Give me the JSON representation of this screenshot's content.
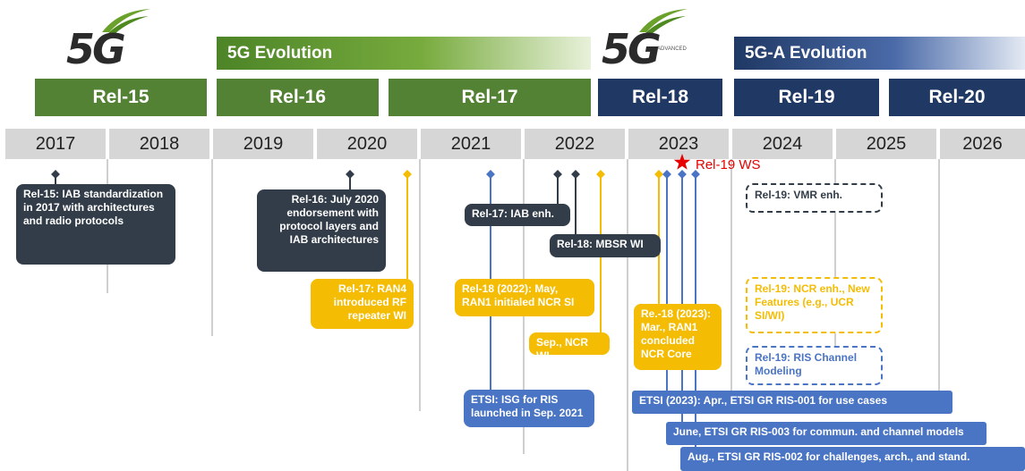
{
  "logos": {
    "left": {
      "text": "5G"
    },
    "right": {
      "text": "5G",
      "sub": "ADVANCED"
    }
  },
  "banners": {
    "evolution": "5G Evolution",
    "advanced": "5G-A Evolution"
  },
  "releases": [
    "Rel-15",
    "Rel-16",
    "Rel-17",
    "Rel-18",
    "Rel-19",
    "Rel-20"
  ],
  "years": [
    "2017",
    "2018",
    "2019",
    "2020",
    "2021",
    "2022",
    "2023",
    "2024",
    "2025",
    "2026"
  ],
  "star_label": "Rel-19 WS",
  "boxes": {
    "rel15_iab": "Rel-15: IAB standardization in 2017 with architectures and radio protocols",
    "rel16_iab": "Rel-16: July 2020 endorsement with protocol layers and IAB architectures",
    "rel17_ran4": "Rel-17: RAN4 introduced RF repeater WI",
    "rel17_iab": "Rel-17: IAB enh.",
    "rel18_mbsr": "Rel-18: MBSR WI",
    "rel18_ncr_si": "Rel-18 (2022): May, RAN1 initialed NCR SI",
    "sep_ncr": "Sep., NCR WI",
    "etsi_isg": "ETSI: ISG for RIS launched in Sep. 2021",
    "rel18_2023": "Re.-18 (2023): Mar., RAN1 concluded NCR Core",
    "rel19_vmr": "Rel-19: VMR enh.",
    "rel19_ncr": "Rel-19: NCR enh., New Features (e.g., UCR SI/WI)",
    "rel19_ris": "Rel-19: RIS Channel Modeling",
    "etsi_001": "ETSI (2023): Apr., ETSI GR RIS-001 for use cases",
    "etsi_003": "June, ETSI GR RIS-003 for commun. and channel models",
    "etsi_002": "Aug., ETSI GR RIS-002 for challenges, arch., and stand."
  },
  "colors": {
    "green": "#548235",
    "navy": "#1f3864",
    "dark": "#323d49",
    "gold": "#f5bc04",
    "blue": "#4a74c4",
    "gray": "#d6d6d6",
    "star": "#e60000"
  }
}
